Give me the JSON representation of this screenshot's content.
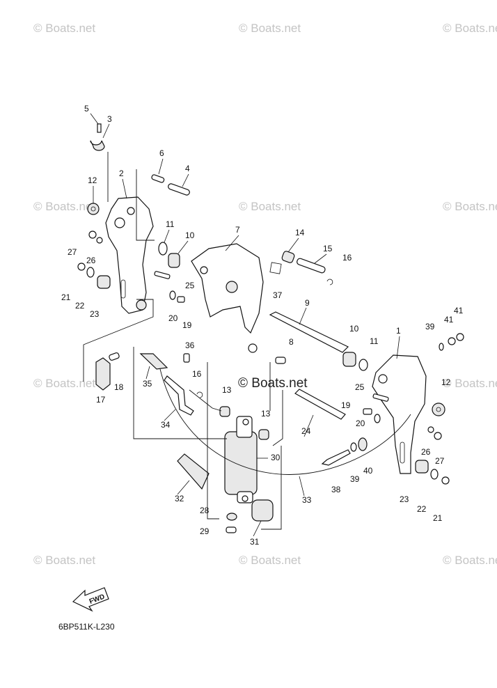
{
  "watermark": "© Boats.net",
  "center_watermark": "© Boats.net",
  "diagram_code": "6BP511K-L230",
  "fwd_label": "FWD",
  "colors": {
    "line": "#111111",
    "watermark": "#c4c4c4",
    "background": "#ffffff"
  },
  "callouts": [
    {
      "label": "5"
    },
    {
      "label": "3"
    },
    {
      "label": "6"
    },
    {
      "label": "4"
    },
    {
      "label": "2"
    },
    {
      "label": "12"
    },
    {
      "label": "11"
    },
    {
      "label": "10"
    },
    {
      "label": "27"
    },
    {
      "label": "26"
    },
    {
      "label": "21"
    },
    {
      "label": "22"
    },
    {
      "label": "23"
    },
    {
      "label": "25"
    },
    {
      "label": "20"
    },
    {
      "label": "19"
    },
    {
      "label": "7"
    },
    {
      "label": "14"
    },
    {
      "label": "15"
    },
    {
      "label": "16"
    },
    {
      "label": "37"
    },
    {
      "label": "9"
    },
    {
      "label": "8"
    },
    {
      "label": "10"
    },
    {
      "label": "11"
    },
    {
      "label": "1"
    },
    {
      "label": "39"
    },
    {
      "label": "41"
    },
    {
      "label": "41"
    },
    {
      "label": "12"
    },
    {
      "label": "25"
    },
    {
      "label": "19"
    },
    {
      "label": "20"
    },
    {
      "label": "24"
    },
    {
      "label": "26"
    },
    {
      "label": "27"
    },
    {
      "label": "40"
    },
    {
      "label": "39"
    },
    {
      "label": "38"
    },
    {
      "label": "23"
    },
    {
      "label": "22"
    },
    {
      "label": "21"
    },
    {
      "label": "36"
    },
    {
      "label": "16"
    },
    {
      "label": "35"
    },
    {
      "label": "18"
    },
    {
      "label": "17"
    },
    {
      "label": "34"
    },
    {
      "label": "13"
    },
    {
      "label": "13"
    },
    {
      "label": "30"
    },
    {
      "label": "32"
    },
    {
      "label": "33"
    },
    {
      "label": "28"
    },
    {
      "label": "29"
    },
    {
      "label": "31"
    }
  ]
}
